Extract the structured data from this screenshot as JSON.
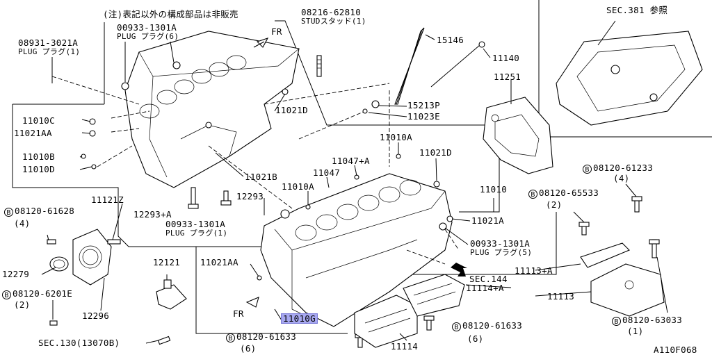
{
  "diagram": {
    "code": "A110F068",
    "labels": {
      "note": "(注)表記以外の構成部品は非販売",
      "p00933_6": "00933-1301A",
      "p00933_6_sub": "PLUG プラグ(6)",
      "fr_top": "FR",
      "p08216": "08216-62810",
      "p08216_sub": "STUDスタッド(1)",
      "sec381": "SEC.381 参照",
      "p08931": "08931-3021A",
      "p08931_sub": "PLUG プラグ(1)",
      "p15146": "15146",
      "p11140": "11140",
      "p11251": "11251",
      "p15213p": "15213P",
      "p11023e": "11023E",
      "p11021d_a": "11021D",
      "p11010c": "11010C",
      "p11021aa_a": "11021AA",
      "p11010b": "11010B",
      "p11010d": "11010D",
      "p11021b": "11021B",
      "p11010a_a": "11010A",
      "p11047a": "11047+A",
      "p11047": "11047",
      "p11021d_b": "11021D",
      "p11010a_b": "11010A",
      "p12293": "12293",
      "p11010": "11010",
      "b61233": "08120-61233",
      "b61233_q": "(4)",
      "b65533": "08120-65533",
      "b65533_q": "(2)",
      "p11121z": "11121Z",
      "p12293a": "12293+A",
      "b61628": "08120-61628",
      "b61628_q": "(4)",
      "p00933_1": "00933-1301A",
      "p00933_1_sub": "PLUG プラグ(1)",
      "p11021a": "11021A",
      "p00933_5": "00933-1301A",
      "p00933_5_sub": "PLUG プラグ(5)",
      "p12121": "12121",
      "p11021aa_b": "11021AA",
      "p12279": "12279",
      "p11113a": "11113+A",
      "sec144": "SEC.144",
      "p11114a": "11114+A",
      "b6201e": "08120-6201E",
      "b6201e_q": "(2)",
      "p11113": "11113",
      "p12296": "12296",
      "fr_bot": "FR",
      "p11010g": "11010G",
      "b61633a": "08120-61633",
      "b61633a_q": "(6)",
      "b63033": "08120-63033",
      "b63033_q": "(1)",
      "sec130": "SEC.130(13070B)",
      "b61633b": "08120-61633",
      "b61633b_q": "(6)",
      "p11114": "11114",
      "bolt_mark": "B"
    }
  }
}
